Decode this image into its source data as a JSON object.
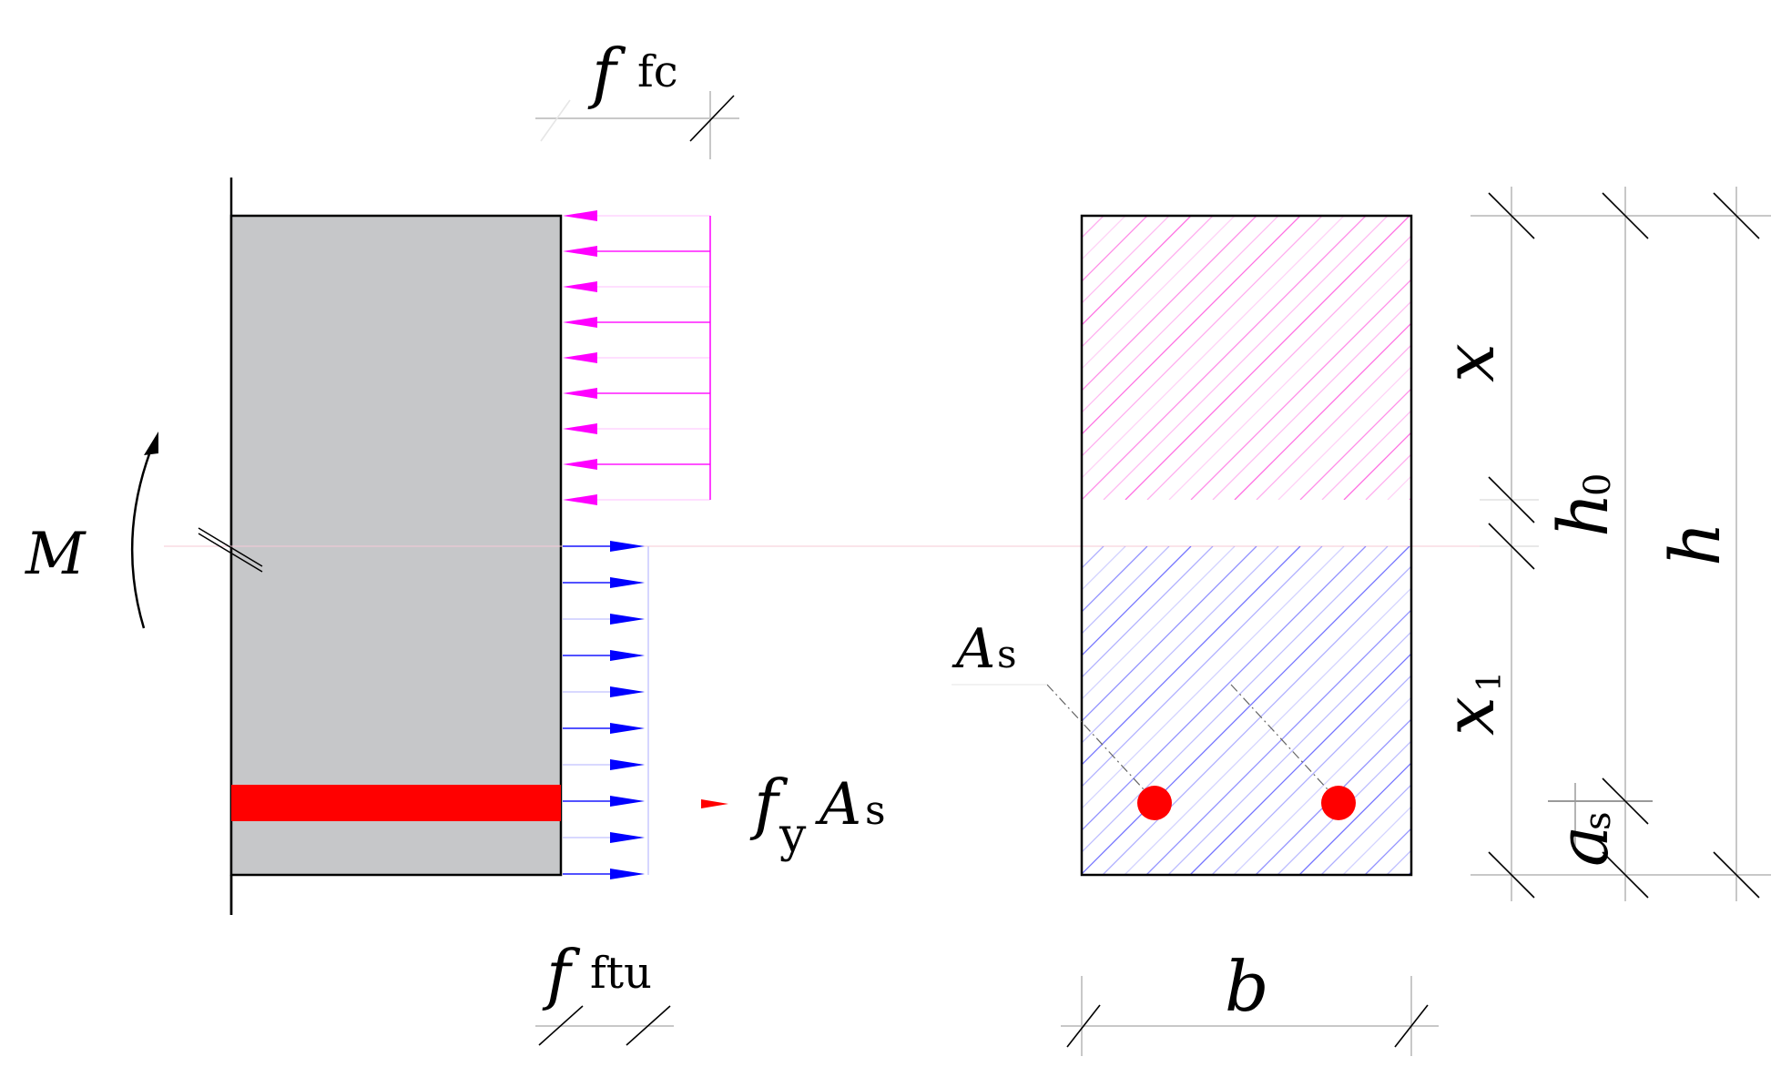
{
  "labels": {
    "moment": "M",
    "ffc_main": "f",
    "ffc_sub": "fc",
    "fftu_main": "f",
    "fftu_sub": "ftu",
    "fyAs_f": "f",
    "fyAs_y": "y",
    "fyAs_A": "A",
    "fyAs_s": "s",
    "As_main": "A",
    "As_sub": "s",
    "x": "x",
    "x1_main": "x",
    "x1_sub": "1",
    "h0_main": "h",
    "h0_sub": "0",
    "h": "h",
    "as_main": "a",
    "as_sub": "s",
    "b": "b"
  },
  "colors": {
    "concrete": "#c6c7c9",
    "rebar": "#ff0000",
    "compression": "#ff00ff",
    "tension": "#0000ff",
    "hatch_top": "#ff66e0",
    "hatch_bottom": "#6b6bff",
    "dimension": "#c8c8c8"
  },
  "icons": {
    "moment_arrow": "curved-arrow-icon",
    "break_mark": "break-line-icon"
  }
}
